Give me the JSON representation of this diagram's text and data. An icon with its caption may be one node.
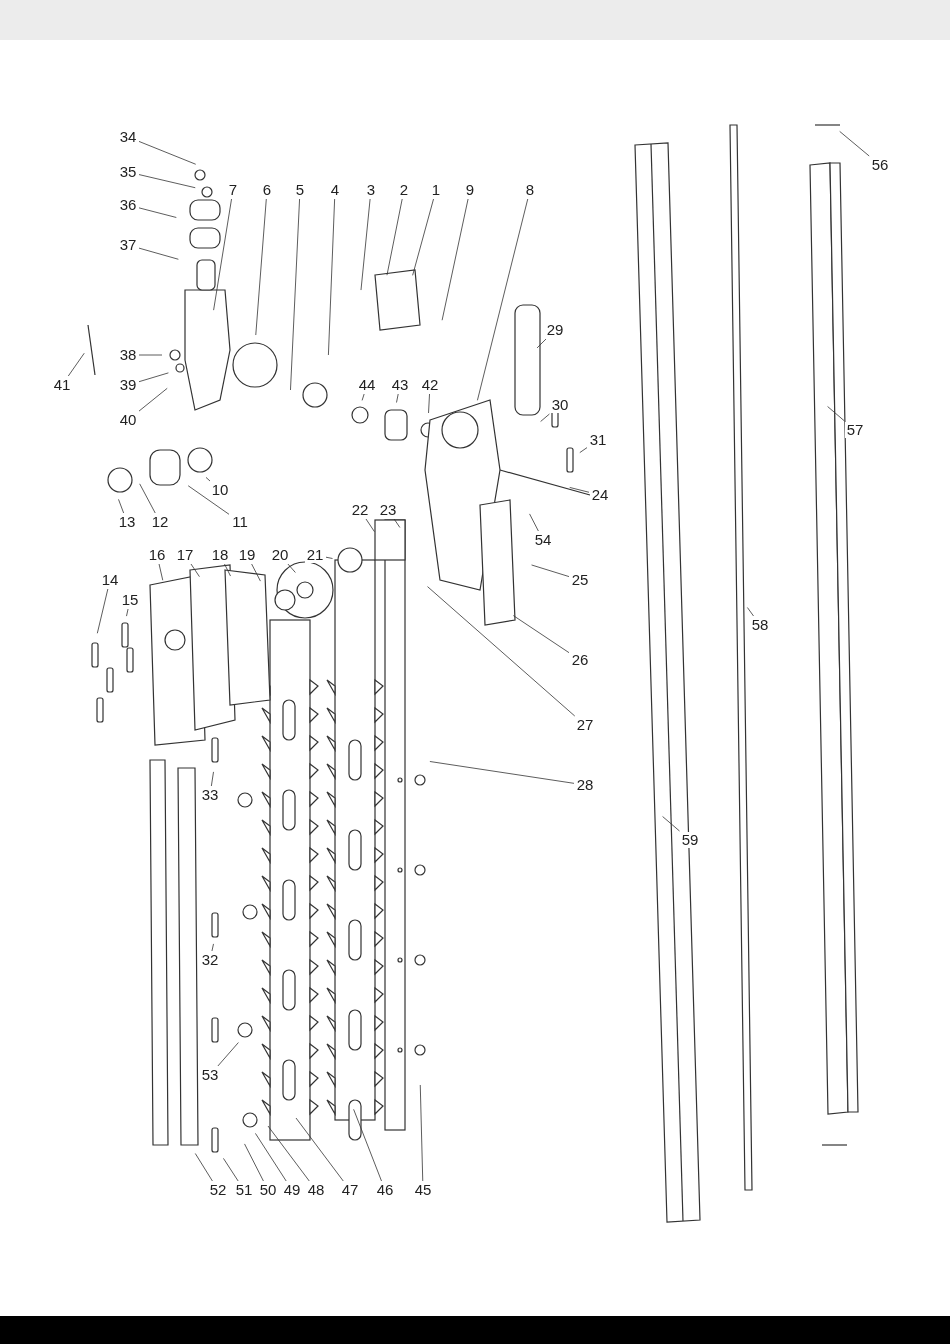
{
  "diagram": {
    "nodes": [
      {
        "text": [
          "34"
        ]
      },
      {
        "text": [
          "35"
        ]
      },
      {
        "text": [
          "36"
        ]
      },
      {
        "text": [
          "37"
        ]
      },
      {
        "text": [
          "7"
        ]
      },
      {
        "text": [
          "6"
        ]
      },
      {
        "text": [
          "5"
        ]
      },
      {
        "text": [
          "4"
        ]
      },
      {
        "text": [
          "3"
        ]
      },
      {
        "text": [
          "2"
        ]
      },
      {
        "text": [
          "1"
        ]
      },
      {
        "text": [
          "9"
        ]
      },
      {
        "text": [
          "8"
        ]
      },
      {
        "text": [
          "56"
        ]
      },
      {
        "text": [
          "29"
        ]
      },
      {
        "text": [
          "30"
        ]
      },
      {
        "text": [
          "31"
        ]
      },
      {
        "text": [
          "24"
        ]
      },
      {
        "text": [
          "54"
        ]
      },
      {
        "text": [
          "25"
        ]
      },
      {
        "text": [
          "26"
        ]
      },
      {
        "text": [
          "27"
        ]
      },
      {
        "text": [
          "28"
        ]
      },
      {
        "text": [
          "57"
        ]
      },
      {
        "text": [
          "58"
        ]
      },
      {
        "text": [
          "59"
        ]
      },
      {
        "text": [
          "38"
        ]
      },
      {
        "text": [
          "39"
        ]
      },
      {
        "text": [
          "40"
        ]
      },
      {
        "text": [
          "41"
        ]
      },
      {
        "text": [
          "44"
        ]
      },
      {
        "text": [
          "43"
        ]
      },
      {
        "text": [
          "42"
        ]
      },
      {
        "text": [
          "10"
        ]
      },
      {
        "text": [
          "11"
        ]
      },
      {
        "text": [
          "12"
        ]
      },
      {
        "text": [
          "13"
        ]
      },
      {
        "text": [
          "22"
        ]
      },
      {
        "text": [
          "23"
        ]
      },
      {
        "text": [
          "16"
        ]
      },
      {
        "text": [
          "17"
        ]
      },
      {
        "text": [
          "18"
        ]
      },
      {
        "text": [
          "19"
        ]
      },
      {
        "text": [
          "20"
        ]
      },
      {
        "text": [
          "21"
        ]
      },
      {
        "text": [
          "14"
        ]
      },
      {
        "text": [
          "15"
        ]
      },
      {
        "text": [
          "33"
        ]
      },
      {
        "text": [
          "32"
        ]
      },
      {
        "text": [
          "53"
        ]
      },
      {
        "text": [
          "52"
        ]
      },
      {
        "text": [
          "51"
        ]
      },
      {
        "text": [
          "50"
        ]
      },
      {
        "text": [
          "49"
        ]
      },
      {
        "text": [
          "48"
        ]
      },
      {
        "text": [
          "47"
        ]
      },
      {
        "text": [
          "46"
        ]
      },
      {
        "text": [
          "45"
        ]
      }
    ],
    "edges": [
      {
        "from": 0,
        "to": null,
        "arrow": "none"
      },
      {
        "from": 1,
        "to": null,
        "arrow": "none"
      },
      {
        "from": 2,
        "to": null,
        "arrow": "none"
      },
      {
        "from": 3,
        "to": null,
        "arrow": "none"
      },
      {
        "from": 4,
        "to": null,
        "arrow": "none"
      },
      {
        "from": 5,
        "to": null,
        "arrow": "none"
      },
      {
        "from": 6,
        "to": null,
        "arrow": "none"
      },
      {
        "from": 7,
        "to": null,
        "arrow": "none"
      },
      {
        "from": 8,
        "to": null,
        "arrow": "none"
      },
      {
        "from": 9,
        "to": null,
        "arrow": "none"
      },
      {
        "from": 10,
        "to": null,
        "arrow": "none"
      },
      {
        "from": 11,
        "to": null,
        "arrow": "none"
      },
      {
        "from": 12,
        "to": null,
        "arrow": "none"
      },
      {
        "from": 13,
        "to": null,
        "arrow": "none"
      },
      {
        "from": 14,
        "to": null,
        "arrow": "none"
      },
      {
        "from": 15,
        "to": null,
        "arrow": "none"
      },
      {
        "from": 16,
        "to": null,
        "arrow": "none"
      },
      {
        "from": 17,
        "to": null,
        "arrow": "none"
      },
      {
        "from": 18,
        "to": null,
        "arrow": "none"
      },
      {
        "from": 19,
        "to": null,
        "arrow": "none"
      },
      {
        "from": 20,
        "to": null,
        "arrow": "none"
      },
      {
        "from": 21,
        "to": null,
        "arrow": "none"
      },
      {
        "from": 22,
        "to": null,
        "arrow": "none"
      },
      {
        "from": 23,
        "to": null,
        "arrow": "none"
      },
      {
        "from": 24,
        "to": null,
        "arrow": "none"
      },
      {
        "from": 25,
        "to": null,
        "arrow": "none"
      },
      {
        "from": 26,
        "to": null,
        "arrow": "none"
      },
      {
        "from": 27,
        "to": null,
        "arrow": "none"
      },
      {
        "from": 28,
        "to": null,
        "arrow": "none"
      },
      {
        "from": 29,
        "to": null,
        "arrow": "none"
      },
      {
        "from": 30,
        "to": null,
        "arrow": "none"
      },
      {
        "from": 31,
        "to": null,
        "arrow": "none"
      },
      {
        "from": 32,
        "to": null,
        "arrow": "none"
      },
      {
        "from": 33,
        "to": null,
        "arrow": "none"
      },
      {
        "from": 34,
        "to": null,
        "arrow": "none"
      },
      {
        "from": 35,
        "to": null,
        "arrow": "none"
      },
      {
        "from": 36,
        "to": null,
        "arrow": "none"
      },
      {
        "from": 37,
        "to": null,
        "arrow": "none"
      },
      {
        "from": 38,
        "to": null,
        "arrow": "none"
      },
      {
        "from": 39,
        "to": null,
        "arrow": "none"
      },
      {
        "from": 40,
        "to": null,
        "arrow": "none"
      },
      {
        "from": 41,
        "to": null,
        "arrow": "none"
      },
      {
        "from": 42,
        "to": null,
        "arrow": "none"
      },
      {
        "from": 43,
        "to": null,
        "arrow": "none"
      },
      {
        "from": 44,
        "to": null,
        "arrow": "none"
      },
      {
        "from": 45,
        "to": null,
        "arrow": "none"
      },
      {
        "from": 46,
        "to": null,
        "arrow": "none"
      },
      {
        "from": 47,
        "to": null,
        "arrow": "none"
      },
      {
        "from": 48,
        "to": null,
        "arrow": "none"
      },
      {
        "from": 49,
        "to": null,
        "arrow": "none"
      },
      {
        "from": 50,
        "to": null,
        "arrow": "none"
      },
      {
        "from": 51,
        "to": null,
        "arrow": "none"
      },
      {
        "from": 52,
        "to": null,
        "arrow": "none"
      },
      {
        "from": 53,
        "to": null,
        "arrow": "none"
      },
      {
        "from": 54,
        "to": null,
        "arrow": "none"
      },
      {
        "from": 55,
        "to": null,
        "arrow": "none"
      },
      {
        "from": 56,
        "to": null,
        "arrow": "none"
      },
      {
        "from": 57,
        "to": null,
        "arrow": "none"
      }
    ]
  }
}
